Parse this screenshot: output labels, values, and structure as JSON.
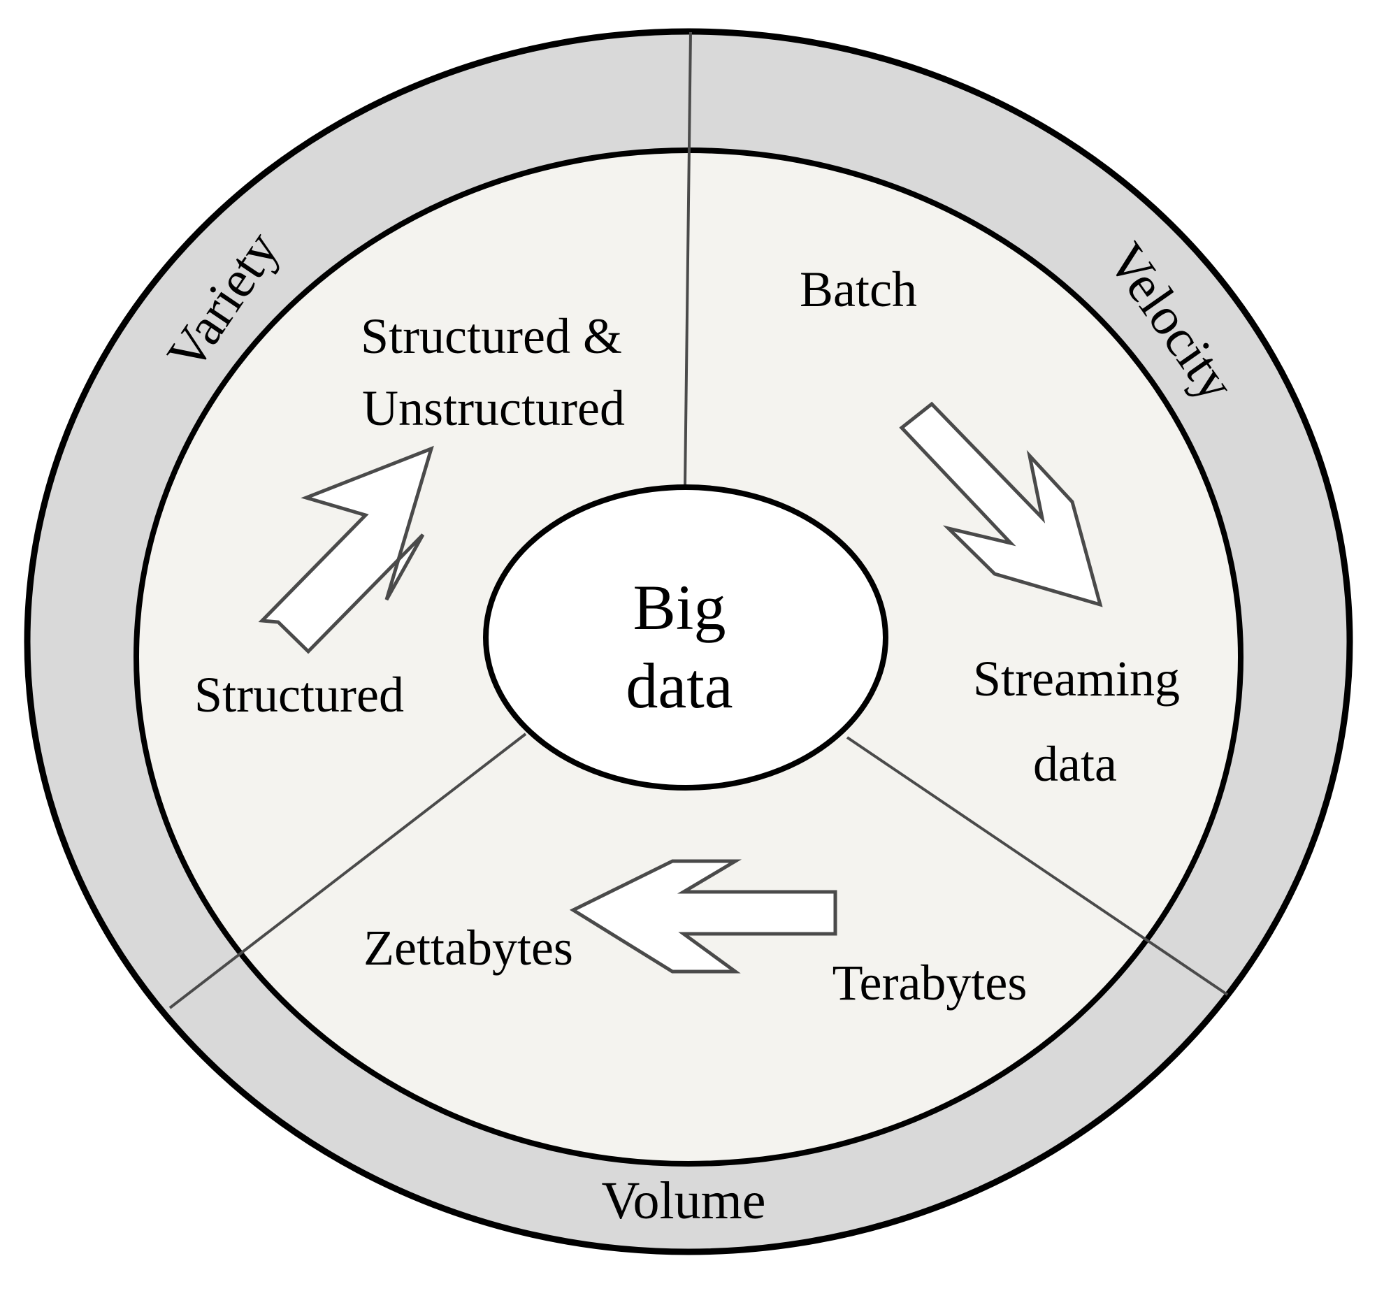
{
  "colors": {
    "outer_ring": "#d9d9d9",
    "inner_fill": "#f4f3ef",
    "center_fill": "#ffffff",
    "stroke": "#000000",
    "divider": "#4a4a4a",
    "arrow_stroke": "#4a4a4a",
    "arrow_fill": "#ffffff"
  },
  "center": {
    "line1": "Big",
    "line2": "data"
  },
  "rings": {
    "variety": "Variety",
    "velocity": "Velocity",
    "volume": "Volume"
  },
  "variety_section": {
    "from": "Structured",
    "to_line1": "Structured &",
    "to_line2": "Unstructured"
  },
  "velocity_section": {
    "from": "Batch",
    "to_line1": "Streaming",
    "to_line2": "data"
  },
  "volume_section": {
    "from": "Terabytes",
    "to": "Zettabytes"
  }
}
